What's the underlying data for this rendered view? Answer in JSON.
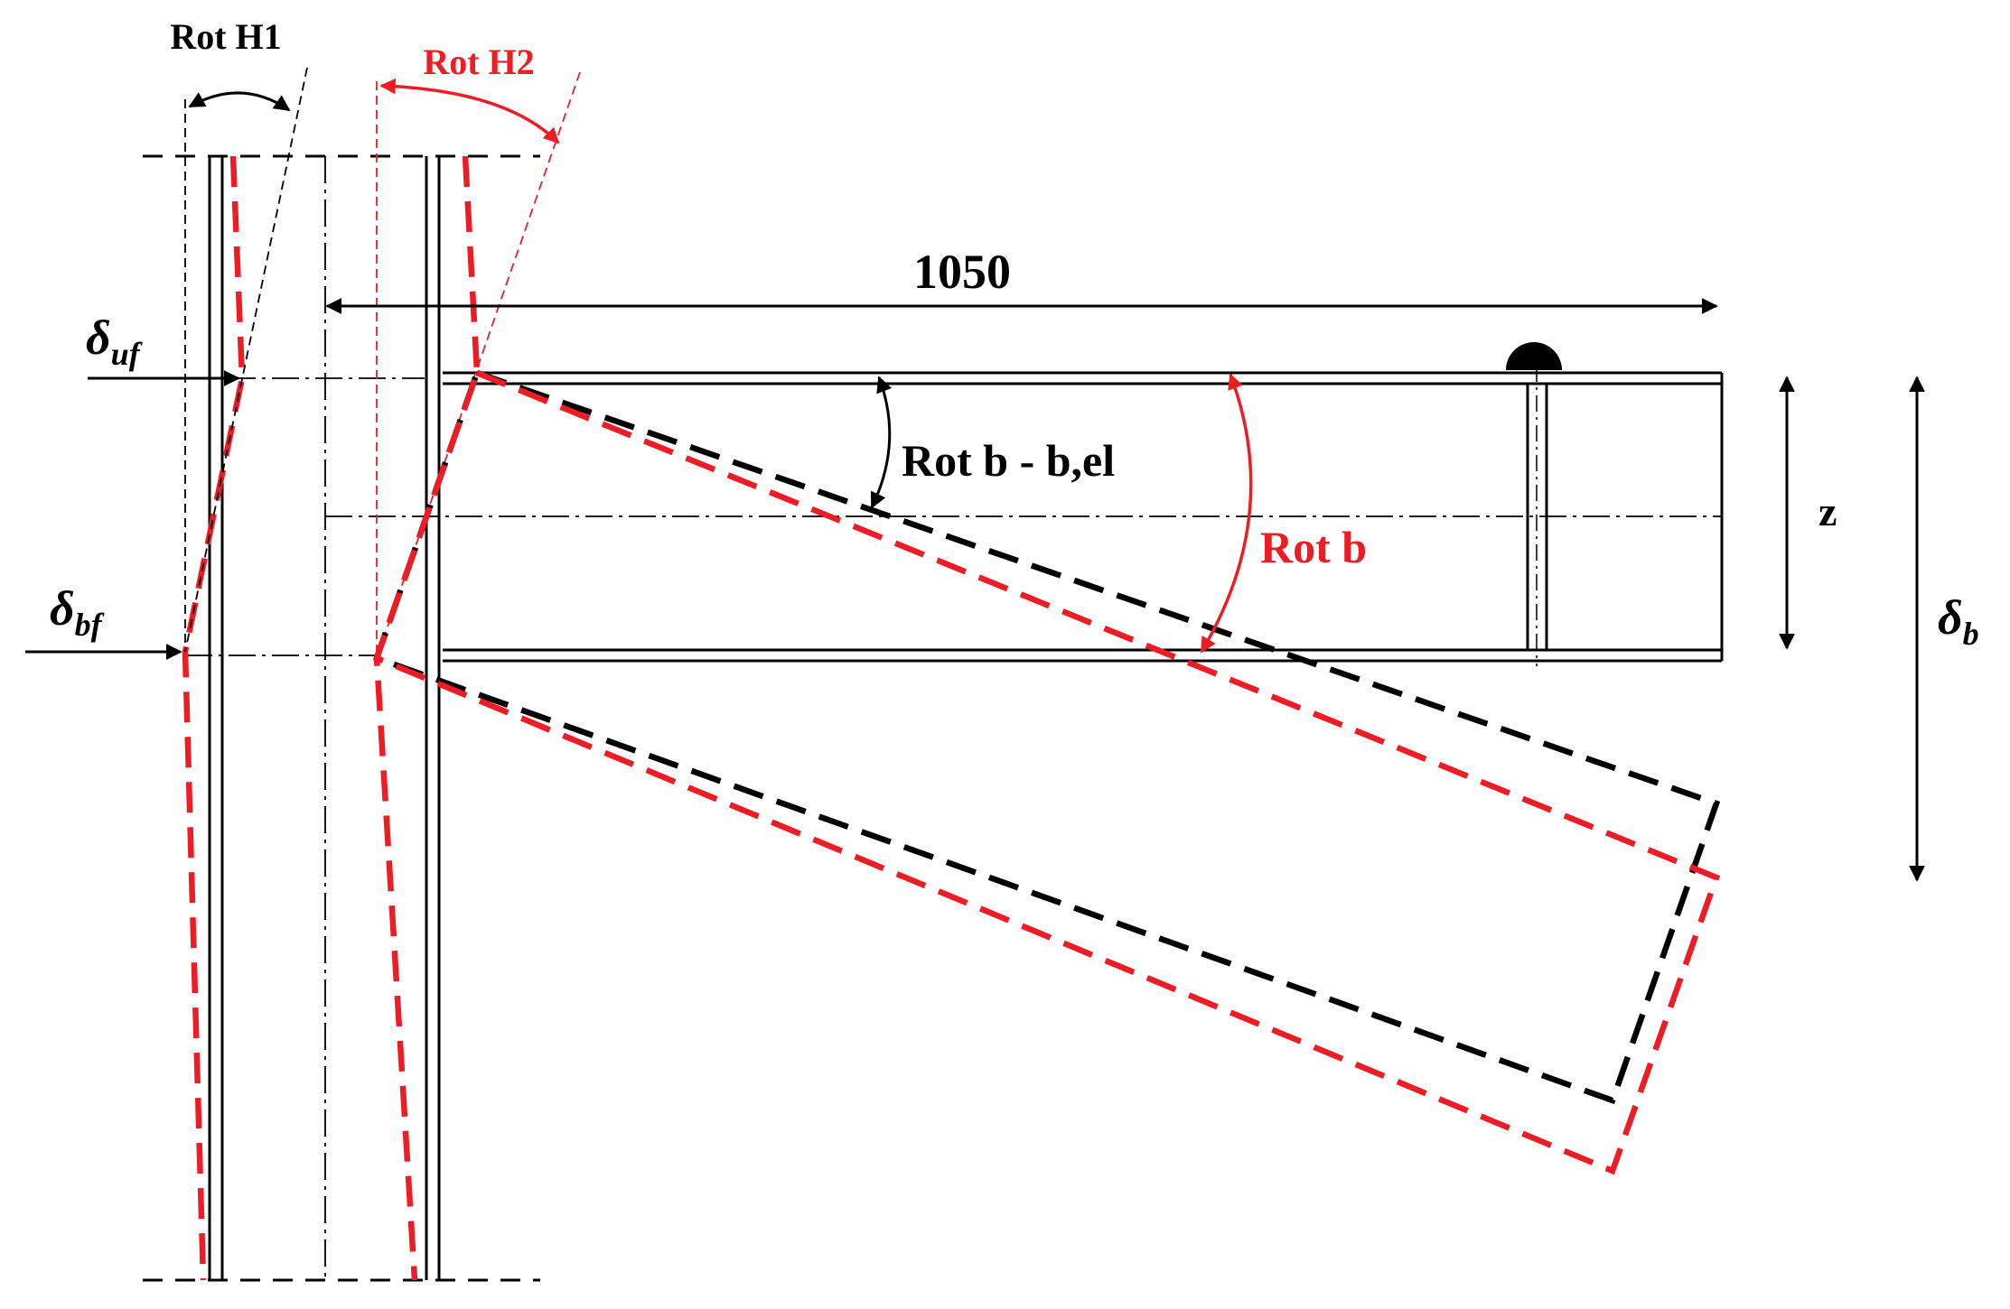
{
  "labels": {
    "rot_h1": "Rot H1",
    "rot_h2": "Rot H2",
    "dimension": "1050",
    "rot_b_el": "Rot b - b,el",
    "rot_b": "Rot b",
    "z": "z",
    "delta_uf_symbol": "δ",
    "delta_uf_sub": "uf",
    "delta_bf_symbol": "δ",
    "delta_bf_sub": "bf",
    "delta_b_symbol": "δ",
    "delta_b_sub": "b"
  },
  "colors": {
    "black": "#000000",
    "red": "#ee1c24"
  }
}
